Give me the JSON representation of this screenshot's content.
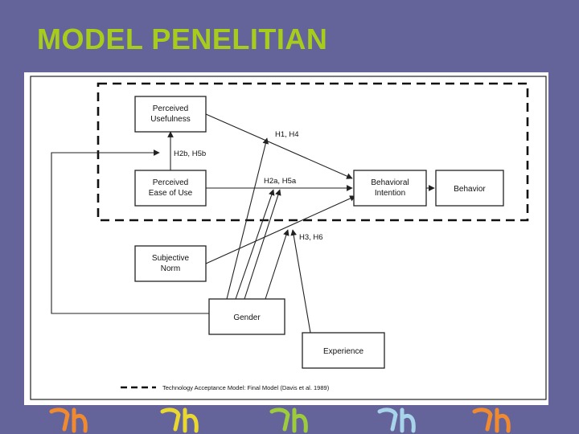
{
  "slide": {
    "title": "MODEL PENELITIAN"
  },
  "diagram": {
    "nodes": {
      "perceived_usefulness": [
        "Perceived",
        "Usefulness"
      ],
      "perceived_ease_of_use": [
        "Perceived",
        "Ease of Use"
      ],
      "behavioral_intention": [
        "Behavioral",
        "Intention"
      ],
      "behavior": [
        "Behavior"
      ],
      "subjective_norm": [
        "Subjective",
        "Norm"
      ],
      "gender": [
        "Gender"
      ],
      "experience": [
        "Experience"
      ]
    },
    "hypotheses": {
      "h1_h4": "H1, H4",
      "h2b_h5b": "H2b, H5b",
      "h2a_h5a": "H2a, H5a",
      "h3_h6": "H3, H6"
    },
    "legend_text": "Technology Acceptance Model: Final Model (Davis et al. 1989)"
  },
  "colors": {
    "background": "#65649a",
    "title": "#a8cc1c",
    "footer_glyphs": [
      "#f08a30",
      "#e8d830",
      "#9ccc3c",
      "#a8d4ea",
      "#f08a30"
    ]
  },
  "footer": {
    "glyph_icon": "decorative-hook-glyph"
  }
}
